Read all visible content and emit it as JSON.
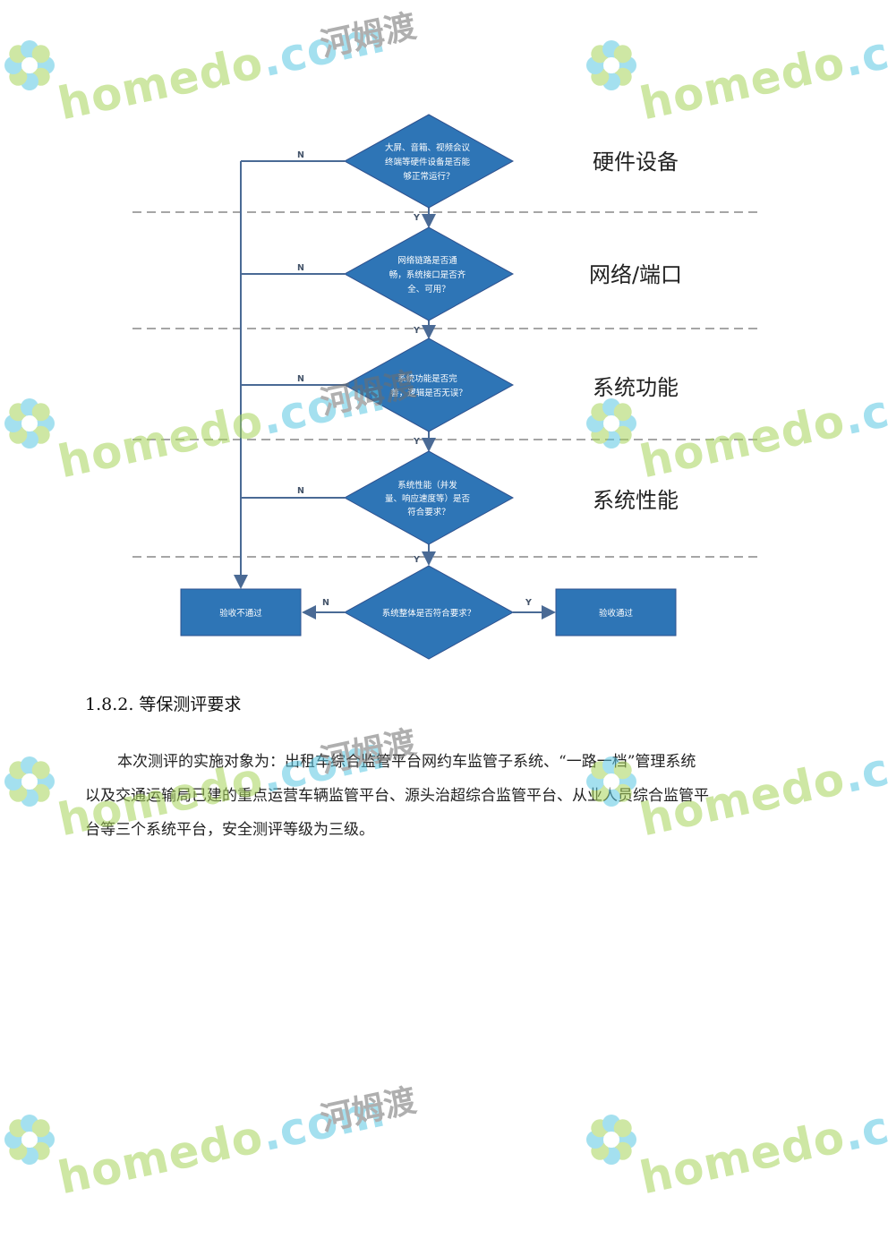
{
  "flowchart": {
    "decisions": [
      {
        "lines": [
          "大屏、音箱、视频会议",
          "终端等硬件设备是否能",
          "够正常运行？"
        ]
      },
      {
        "lines": [
          "网络链路是否通",
          "畅，系统接口是否齐",
          "全、可用？"
        ]
      },
      {
        "lines": [
          "系统功能是否完",
          "善，逻辑是否无误？"
        ]
      },
      {
        "lines": [
          "系统性能（并发",
          "量、响应速度等）是否",
          "符合要求？"
        ]
      },
      {
        "lines": [
          "系统整体是否符合要求？"
        ]
      }
    ],
    "categories": [
      "硬件设备",
      "网络/端口",
      "系统功能",
      "系统性能"
    ],
    "no_label": "N",
    "yes_label": "Y",
    "fail_box": "验收不通过",
    "pass_box": "验收通过",
    "colors": {
      "shape": "#2e75b6",
      "shape_border": "#2f528f",
      "line": "#4a6a95",
      "dash": "#a6a6a6"
    }
  },
  "section": {
    "heading": "1.8.2. 等保测评要求",
    "lines": [
      "本次测评的实施对象为：出租车综合监管平台网约车监管子系统、“一路一档”管理系统",
      "以及交通运输局已建的重点运营车辆监管平台、源头治超综合监管平台、从业人员综合监管平",
      "台等三个系统平台，安全测评等级为三级。"
    ]
  },
  "watermark": {
    "brand_prefix": "home",
    "brand_mid": "do",
    "brand_suffix": ".com",
    "chinese": "河姆渡",
    "icon": "flower-logo-icon",
    "colors": {
      "green": "#a7d45a",
      "blue": "#5bc8e3",
      "gray": "#6f6f6f"
    }
  }
}
